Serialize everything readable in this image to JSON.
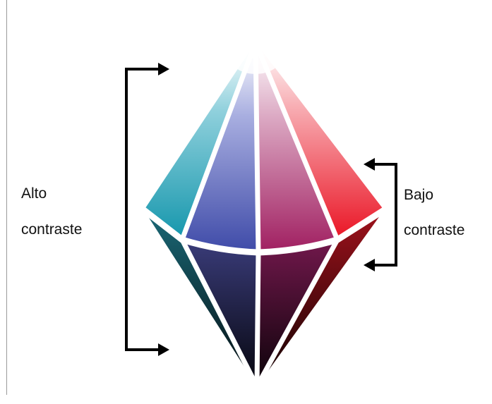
{
  "labels": {
    "high_contrast_line1": "Alto",
    "high_contrast_line2": "contraste",
    "low_contrast_line1": "Bajo",
    "low_contrast_line2": "contraste"
  },
  "colors": {
    "background": "#ffffff",
    "text": "#111111",
    "bracket": "#000000",
    "divider": "#ffffff",
    "cyan": "#1aa0b4",
    "blue": "#4a55b0",
    "magenta": "#b02a6a",
    "red": "#ec1c2c",
    "dark_teal": "#0c2f36",
    "dark_blue": "#1a1a3a",
    "dark_magenta": "#3a0c24",
    "dark_red": "#5a0a10"
  }
}
